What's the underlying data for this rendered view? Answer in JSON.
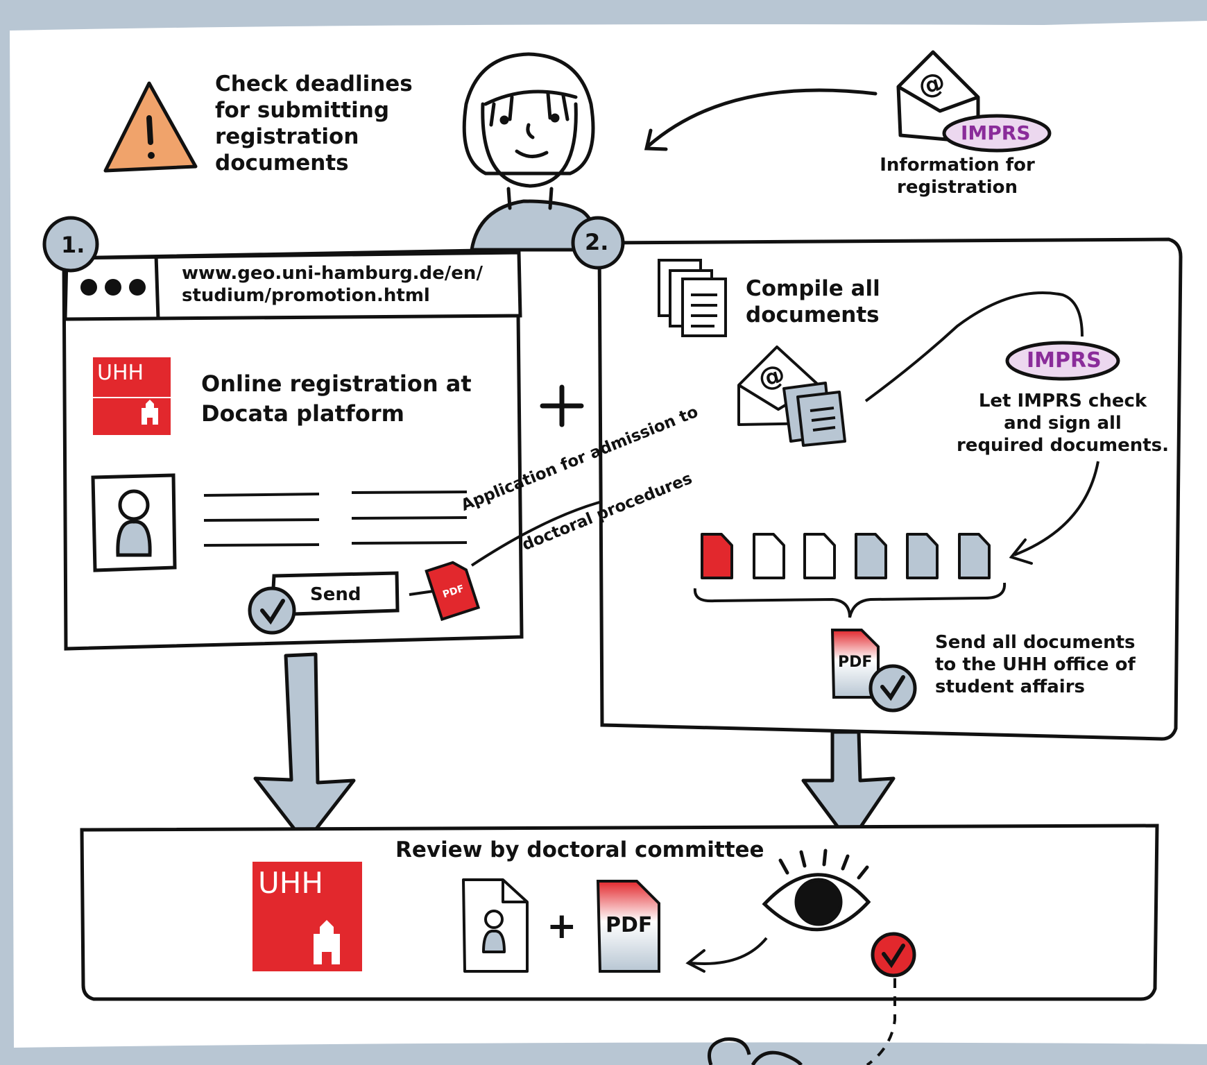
{
  "header": {
    "title": ""
  },
  "deadline_note": "Check deadlines\n  for submitting\nregistration\n       documents",
  "imprs_info": {
    "badge": "IMPRS",
    "caption": "Information for\nregistration"
  },
  "step1": {
    "number": "1.",
    "url": "www.geo.uni-hamburg.de/en/\nstudium/promotion.html",
    "logo_text": "UHH",
    "title": "Online registration at\nDocata platform",
    "send_label": "Send",
    "pdf_label": "PDF",
    "arrow_label_line1": "Application for admission to",
    "arrow_label_line2": "doctoral procedures"
  },
  "plus_sign": "+",
  "step2": {
    "number": "2.",
    "compile_label": "Compile all\ndocuments",
    "imprs_badge": "IMPRS",
    "imprs_note": "Let IMPRS check\nand sign all\nrequired documents.",
    "pdf_label": "PDF",
    "send_note": "Send all documents\nto the UHH office of\nstudent affairs"
  },
  "review": {
    "title": "Review by doctoral committee",
    "logo_text": "UHH",
    "plus": "+",
    "pdf_label": "PDF"
  },
  "colors": {
    "background": "#b8c6d3",
    "panel": "#ffffff",
    "uhh_red": "#e2282d",
    "warning_orange": "#f0a36b",
    "imprs_lilac": "#ecd8ef",
    "imprs_text": "#8a2c9a",
    "arrow_grey": "#b8c6d3"
  }
}
